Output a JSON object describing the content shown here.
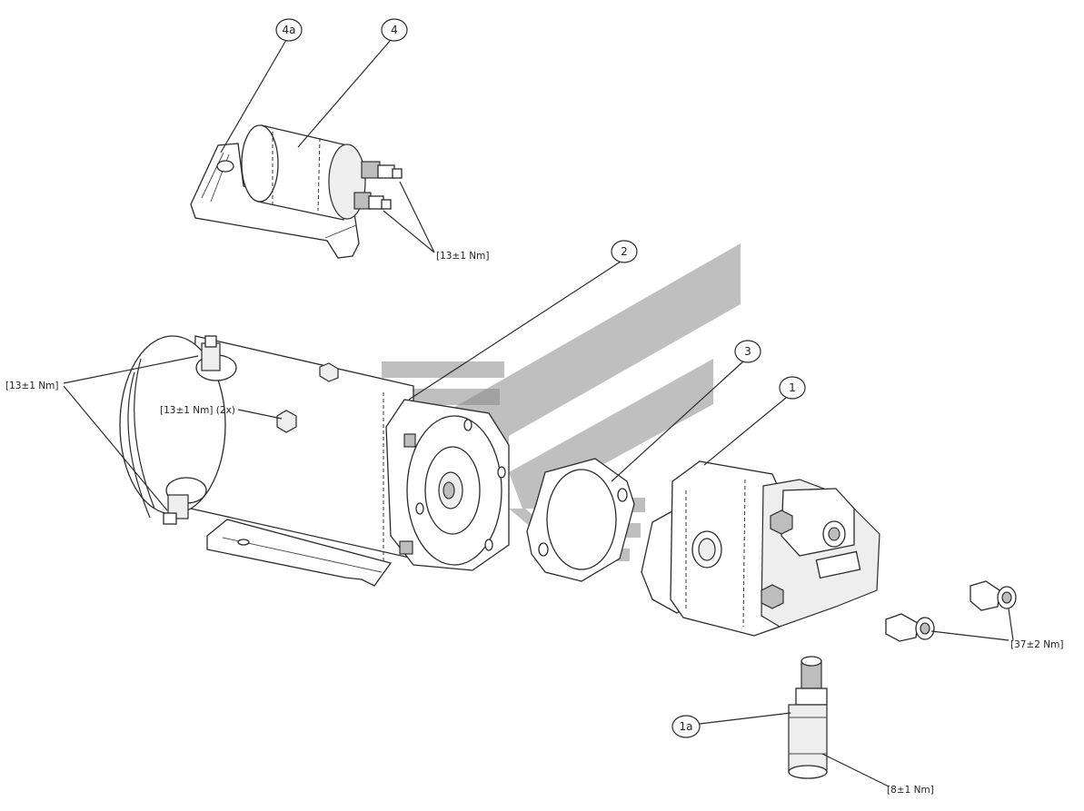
{
  "callouts": {
    "c4a": "4a",
    "c4": "4",
    "c2": "2",
    "c3": "3",
    "c1": "1",
    "c1a": "1a"
  },
  "torque": {
    "solenoid_nuts": "[13±1 Nm]",
    "motor_terminals": "[13±1 Nm]",
    "motor_nut": "[13±1 Nm] (2x)",
    "pump_fittings": "[37±2 Nm]",
    "valve": "[8±1 Nm]"
  }
}
